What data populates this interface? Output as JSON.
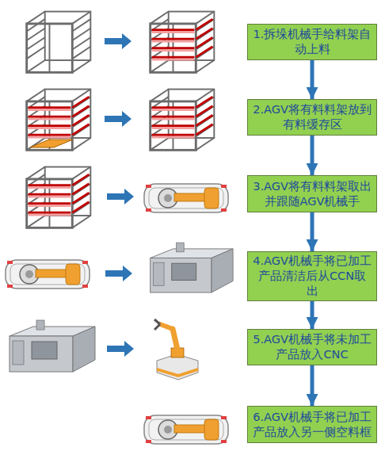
{
  "diagram": {
    "nodes": [
      {
        "text": [
          "1.拆垛机械手给料架自动上料"
        ]
      },
      {
        "text": [
          "2.AGV将有料料架放到有料缓存区"
        ]
      },
      {
        "text": [
          "3.AGV将有料料架取出并跟随AGV机械手"
        ]
      },
      {
        "text": [
          "4.AGV机械手将已加工产品清洁后从CCN取出"
        ]
      },
      {
        "text": [
          "5.AGV机械手将未加工产品放入CNC"
        ]
      },
      {
        "text": [
          "6.AGV机械手将已加工产品放入另一侧空料框"
        ]
      }
    ],
    "edges": [
      {
        "from": 0,
        "to": 1,
        "arrow": "to"
      },
      {
        "from": 1,
        "to": 2,
        "arrow": "to"
      },
      {
        "from": 2,
        "to": 3,
        "arrow": "to"
      },
      {
        "from": 3,
        "to": 4,
        "arrow": "to"
      },
      {
        "from": 4,
        "to": 5,
        "arrow": "to"
      }
    ]
  }
}
